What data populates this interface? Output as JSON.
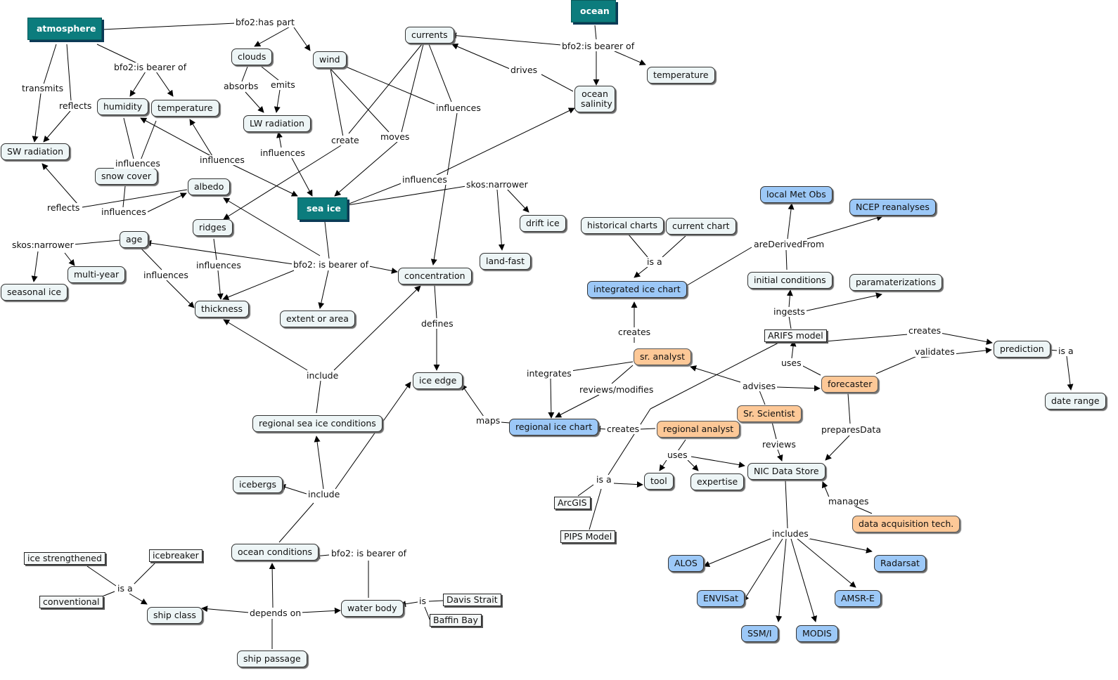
{
  "nodes": {
    "atmosphere": "atmosphere",
    "ocean": "ocean",
    "sea_ice": "sea ice",
    "currents": "currents",
    "clouds": "clouds",
    "wind": "wind",
    "temperature_ocean": "temperature",
    "ocean_salinity_1": "ocean",
    "ocean_salinity_2": "salinity",
    "humidity": "humidity",
    "temperature_atmo": "temperature",
    "lw_radiation": "LW radiation",
    "sw_radiation": "SW radiation",
    "snow_cover": "snow cover",
    "albedo": "albedo",
    "age": "age",
    "ridges": "ridges",
    "multi_year": "multi-year",
    "seasonal_ice": "seasonal ice",
    "thickness": "thickness",
    "concentration": "concentration",
    "extent_or_area": "extent or area",
    "drift_ice": "drift ice",
    "land_fast": "land-fast",
    "ice_edge": "ice edge",
    "regional_sea_ice_conditions": "regional sea ice conditions",
    "icebergs": "icebergs",
    "ocean_conditions": "ocean conditions",
    "water_body": "water body",
    "ship_class": "ship class",
    "ship_passage": "ship passage",
    "ice_strengthened": "ice strengthened",
    "icebreaker": "icebreaker",
    "conventional": "conventional",
    "davis_strait": "Davis Strait",
    "baffin_bay": "Baffin Bay",
    "local_met_obs": "local Met Obs",
    "ncep_reanalyses": "NCEP reanalyses",
    "historical_charts": "historical charts",
    "current_chart": "current chart",
    "integrated_ice_chart": "integrated ice chart",
    "initial_conditions": "initial conditions",
    "parameterizations": "paramaterizations",
    "arifs_model": "ARIFS model",
    "prediction": "prediction",
    "date_range": "date range",
    "sr_analyst": "sr. analyst",
    "forecaster": "forecaster",
    "sr_scientist": "Sr. Scientist",
    "regional_analyst": "regional analyst",
    "regional_ice_chart": "regional ice chart",
    "tool": "tool",
    "expertise": "expertise",
    "nic_data_store": "NIC Data Store",
    "arcgis": "ArcGIS",
    "pips_model": "PIPS Model",
    "data_acquisition_tech": "data acquisition tech.",
    "alos": "ALOS",
    "radarsat": "Radarsat",
    "envisat": "ENVISat",
    "amsr_e": "AMSR-E",
    "ssmi": "SSM/I",
    "modis": "MODIS"
  },
  "links": {
    "has_part": "bfo2:has part",
    "bearer_atmo": "bfo2:is bearer of",
    "bearer_ocean": "bfo2:is bearer of",
    "transmits": "transmits",
    "reflects_1": "reflects",
    "reflects_2": "reflects",
    "absorbs": "absorbs",
    "emits": "emits",
    "influences_lw": "influences",
    "influences_snow": "influences",
    "influences_mid": "influences",
    "influences_albedo": "influences",
    "influences_salinity": "influences",
    "influences_currents": "influences",
    "influences_ridges": "influences",
    "influences_age": "influences",
    "create": "create",
    "moves": "moves",
    "drives": "drives",
    "skos_narrower_ice": "skos:narrower",
    "skos_narrower_age": "skos:narrower",
    "bearer_seaice": "bfo2: is bearer of",
    "defines": "defines",
    "include_1": "include",
    "include_2": "include",
    "maps": "maps",
    "bearer_water": "bfo2: is bearer of",
    "depends_on": "depends on",
    "is_a_ship": "is a",
    "is_body": "is",
    "is_a_chart": "is a",
    "are_derived_from": "areDerivedFrom",
    "ingests": "ingests",
    "creates_model": "creates",
    "creates_analyst": "creates",
    "creates_regional": "creates",
    "uses_forecaster": "uses",
    "validates": "validates",
    "is_a_prediction": "is a",
    "integrates": "integrates",
    "reviews_modifies": "reviews/modifies",
    "advises": "advises",
    "prepares_data": "preparesData",
    "reviews": "reviews",
    "uses_regional": "uses",
    "is_a_tool": "is a",
    "manages": "manages",
    "includes": "includes"
  }
}
